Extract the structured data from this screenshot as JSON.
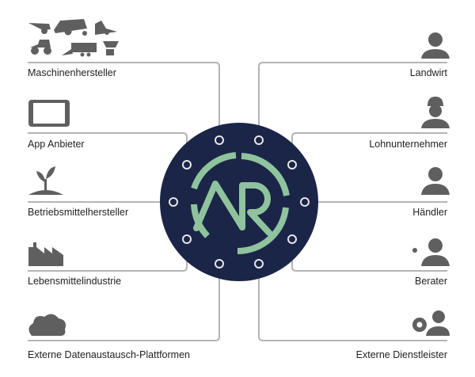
{
  "colors": {
    "hub": "#1b2548",
    "logo": "#8fc39d",
    "line": "#b4b4b4",
    "icon": "#5f5f5f"
  },
  "hub": {
    "logo_text": "AR"
  },
  "left": [
    {
      "label": "Maschinenhersteller",
      "icon": "farm-machinery-icon"
    },
    {
      "label": "App Anbieter",
      "icon": "tablet-icon"
    },
    {
      "label": "Betriebsmittelhersteller",
      "icon": "seedling-icon"
    },
    {
      "label": "Lebensmittelindustrie",
      "icon": "factory-icon"
    },
    {
      "label": "Externe Datenaustausch-Plattformen",
      "icon": "cloud-icon"
    }
  ],
  "right": [
    {
      "label": "Landwirt",
      "icon": "farmer-icon"
    },
    {
      "label": "Lohnunternehmer",
      "icon": "contractor-helmet-icon"
    },
    {
      "label": "Händler",
      "icon": "dealer-icon"
    },
    {
      "label": "Berater",
      "icon": "consultant-icon"
    },
    {
      "label": "Externe Dienstleister",
      "icon": "service-provider-gear-icon"
    }
  ]
}
